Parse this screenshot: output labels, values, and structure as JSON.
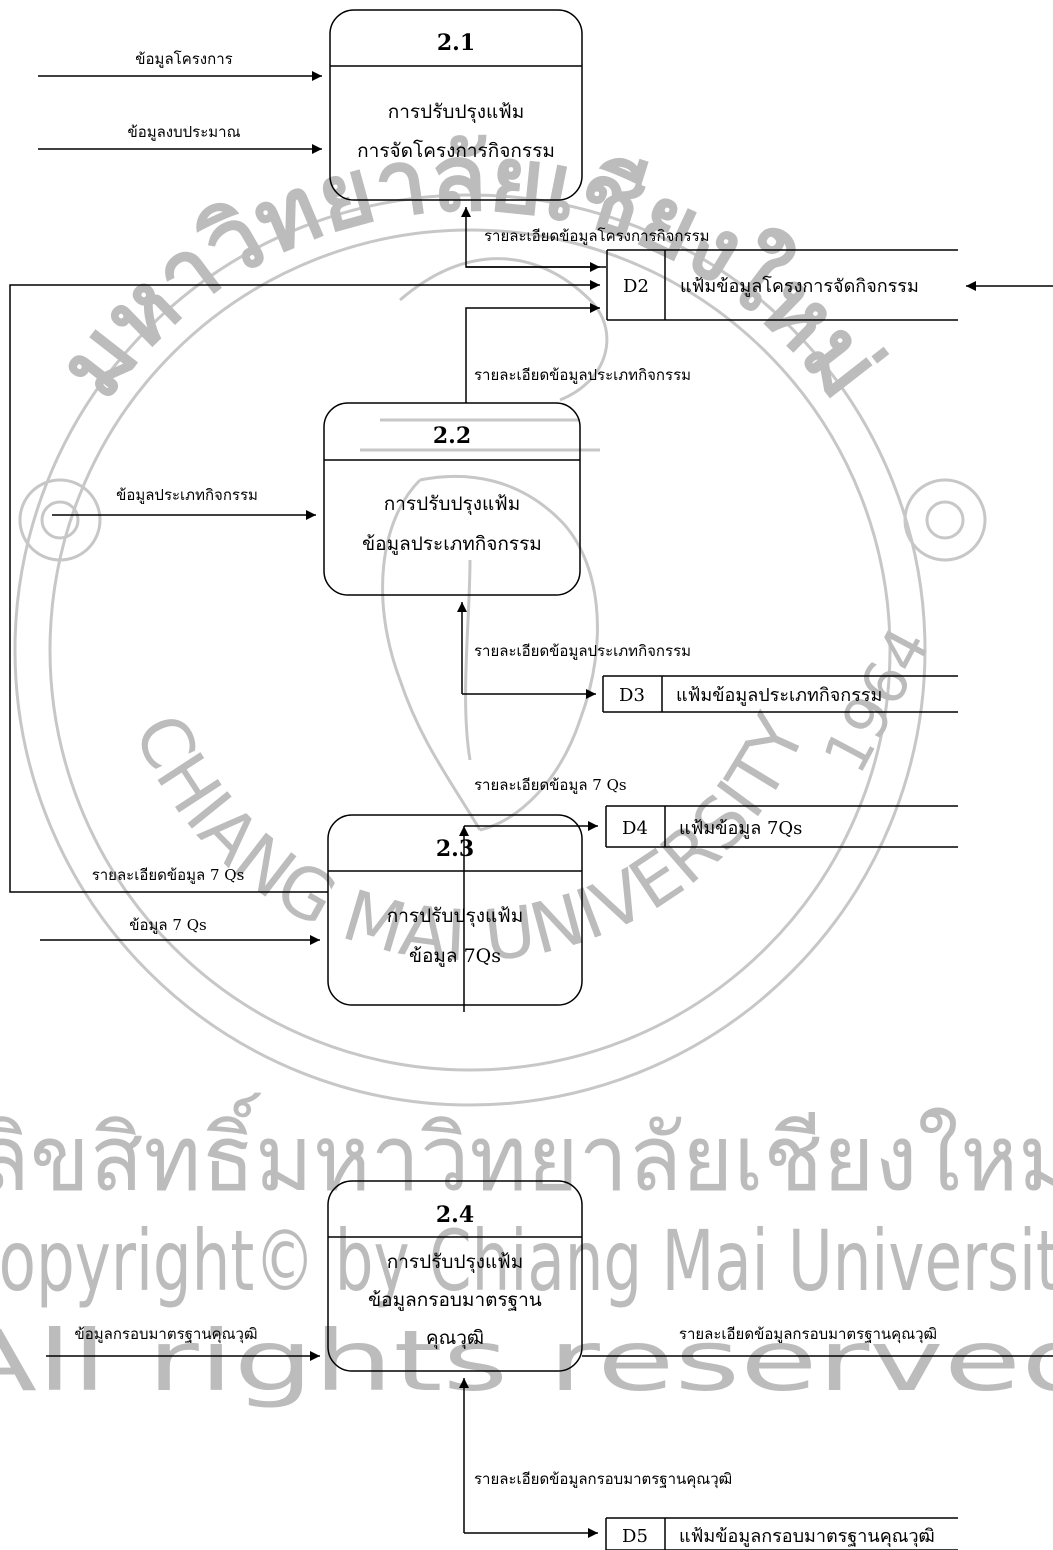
{
  "processes": [
    {
      "id": "2.1",
      "lines": [
        "การปรับปรุงแฟ้ม",
        "การจัดโครงการกิจกรรม"
      ]
    },
    {
      "id": "2.2",
      "lines": [
        "การปรับปรุงแฟ้ม",
        "ข้อมูลประเภทกิจกรรม"
      ]
    },
    {
      "id": "2.3",
      "lines": [
        "การปรับปรุงแฟ้ม",
        "ข้อมูล 7Qs"
      ]
    },
    {
      "id": "2.4",
      "lines": [
        "การปรับปรุงแฟ้ม",
        "ข้อมูลกรอบมาตรฐาน",
        "คุณวุฒิ"
      ]
    }
  ],
  "stores": [
    {
      "id": "D2",
      "name": "แฟ้มข้อมูลโครงการจัดกิจกรรม"
    },
    {
      "id": "D3",
      "name": "แฟ้มข้อมูลประเภทกิจกรรม"
    },
    {
      "id": "D4",
      "name": "แฟ้มข้อมูล 7Qs"
    },
    {
      "id": "D5",
      "name": "แฟ้มข้อมูลกรอบมาตรฐานคุณวุฒิ"
    }
  ],
  "flows": {
    "f_project": "ข้อมูลโครงการ",
    "f_budget": "ข้อมูลงบประมาณ",
    "f_21_d2": "รายละเอียดข้อมูลโครงการกิจกรรม",
    "f_22_d2": "รายละเอียดข้อมูลประเภทกิจกรรม",
    "f_type_in": "ข้อมูลประเภทกิจกรรม",
    "f_22_d3": "รายละเอียดข้อมูลประเภทกิจกรรม",
    "f_23_d2": "รายละเอียดข้อมูล 7 Qs",
    "f_7qs_in": "ข้อมูล 7 Qs",
    "f_23_d4": "รายละเอียดข้อมูล 7 Qs",
    "f_tqf_in": "ข้อมูลกรอบมาตรฐานคุณวุฒิ",
    "f_24_out": "รายละเอียดข้อมูลกรอบมาตรฐานคุณวุฒิ",
    "f_24_d5": "รายละเอียดข้อมูลกรอบมาตรฐานคุณวุฒิ"
  },
  "watermark": {
    "line1": "ลิขสิทธิ์มหาวิทยาลัยเชียงใหม่",
    "line2": "Copyright© by Chiang Mai University",
    "line3": "All rights reserved",
    "seal_top": "มหาวิทยาลัยเชียงใหม่",
    "seal_bottom": "CHIANG MAI UNIVERSITY",
    "seal_year": "1964"
  },
  "colors": {
    "line": "#000000",
    "watermark": "#b5b5b5"
  }
}
